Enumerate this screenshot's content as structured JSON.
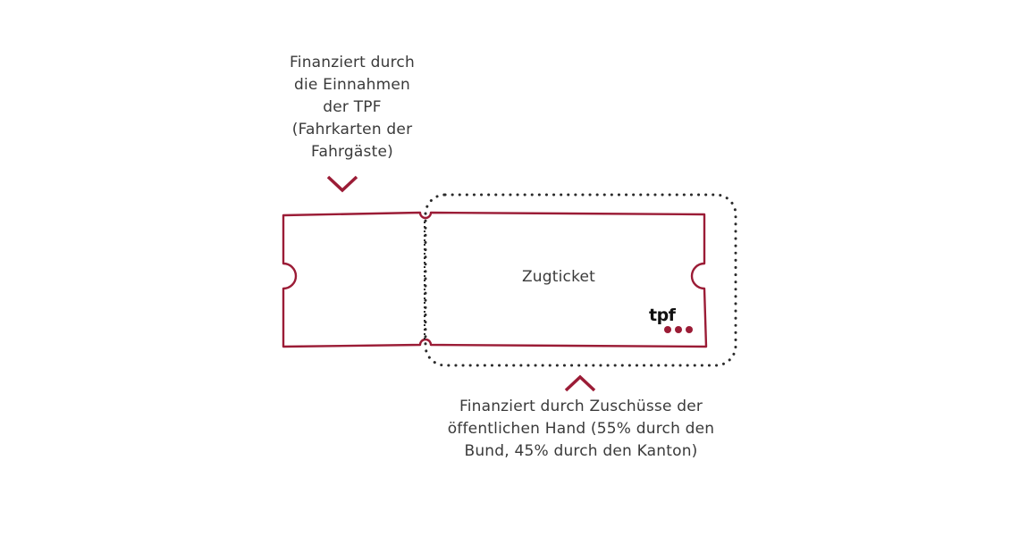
{
  "captions": {
    "top": [
      "Finanziert durch",
      "die Einnahmen",
      "der TPF",
      "(Fahrkarten der",
      "Fahrgäste)"
    ],
    "bottom": [
      "Finanziert durch Zuschüsse der",
      "öffentlichen Hand (55% durch den",
      "Bund, 45% durch den Kanton)"
    ]
  },
  "ticket": {
    "label": "Zugticket"
  },
  "logo": {
    "text": "tpf"
  },
  "colors": {
    "brand": "#9b1c36",
    "text": "#3a3a3a",
    "dotted_outline": "#2b2b2b",
    "logo_text": "#111111"
  },
  "icons": {
    "top_marker": "chevron-down-icon",
    "bottom_marker": "chevron-up-icon"
  }
}
